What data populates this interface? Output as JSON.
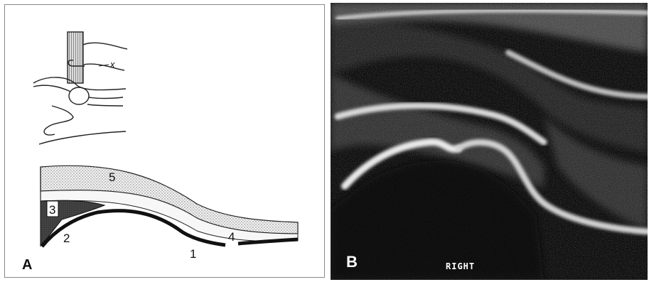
{
  "panel_a": {
    "letter": "A",
    "sketch_mark": "x",
    "layer_labels": [
      "5",
      "3",
      "2",
      "4",
      "1"
    ]
  },
  "panel_b": {
    "letter": "B",
    "caption": "RIGHT"
  }
}
